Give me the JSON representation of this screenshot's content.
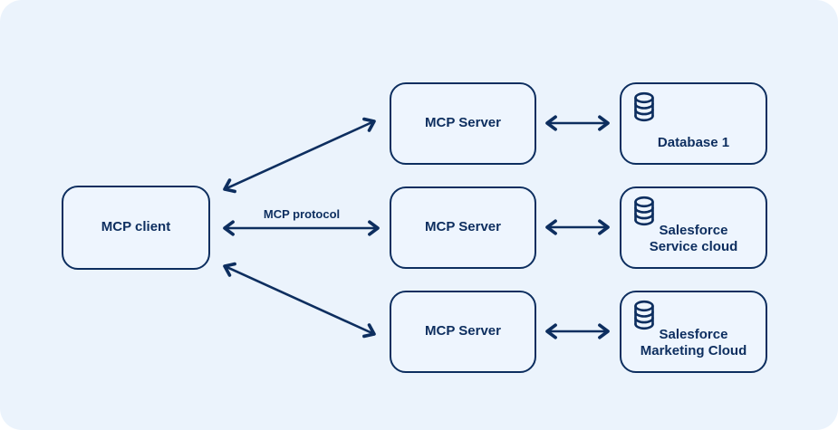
{
  "colors": {
    "background": "#ebf3fc",
    "stroke": "#0d2e5f",
    "box_fill": "#eef5fe"
  },
  "client": {
    "label": "MCP client"
  },
  "protocol": {
    "label": "MCP protocol"
  },
  "servers": [
    {
      "label": "MCP Server"
    },
    {
      "label": "MCP Server"
    },
    {
      "label": "MCP Server"
    }
  ],
  "resources": [
    {
      "label": "Database 1",
      "icon": "database-icon"
    },
    {
      "label": "Salesforce Service cloud",
      "icon": "database-icon"
    },
    {
      "label": "Salesforce Marketing Cloud",
      "icon": "database-icon"
    }
  ]
}
